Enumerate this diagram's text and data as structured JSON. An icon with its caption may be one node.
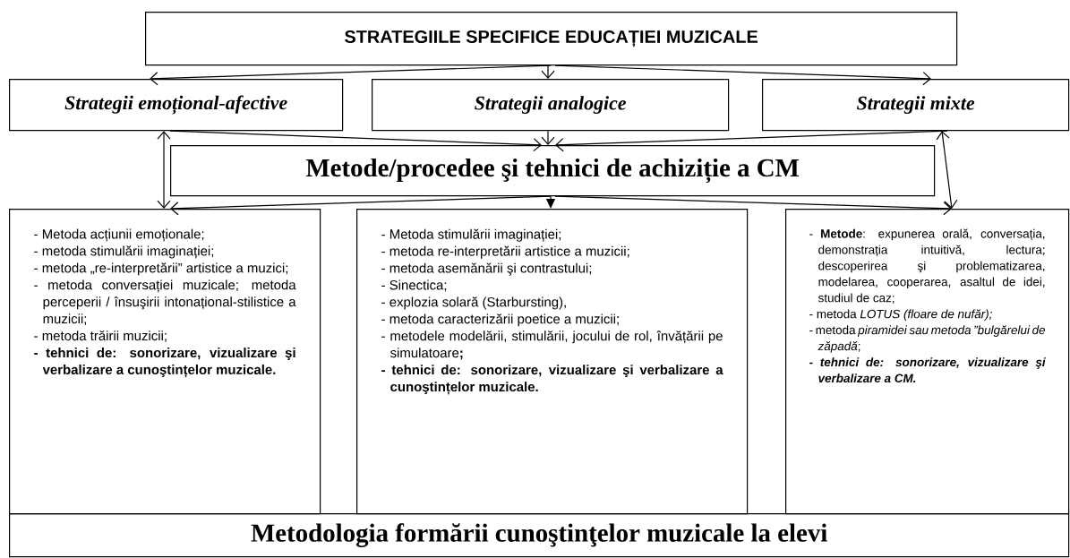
{
  "diagram": {
    "nodes": [
      {
        "text": [
          "STRATEGIILE SPECIFICE EDUCAȚIEI MUZICALE"
        ]
      },
      {
        "text": [
          "Strategii emoțional-afective"
        ]
      },
      {
        "text": [
          "Strategii analogice"
        ]
      },
      {
        "text": [
          "Strategii mixte"
        ]
      },
      {
        "text": [
          "Metode/procedee şi tehnici de achiziție a CM"
        ]
      },
      {
        "text": [
          "- Metoda acțiunii emoționale;",
          "- metoda stimulării imaginației;",
          "- metoda „re-interpretării” artistice a muzici;",
          "- metoda conversației muzicale; metoda perceperii / însuşirii intonațional-stilistice a muzicii;",
          "- metoda trăirii muzicii;",
          "- tehnici de: sonorizare, vizualizare şi verbalizare a cunoştințelor muzicale."
        ]
      },
      {
        "text": [
          "- Metoda stimulării imaginației;",
          "- metoda re-interpretării artistice a muzicii;",
          "- metoda asemănării şi contrastului;",
          "- Sinectica;",
          "- explozia solară (Starbursting),",
          "- metoda caracterizării poetice a muzicii;",
          "- metodele modelării, stimulării, jocului de rol, învățării pe simulatoare**;**",
          "- tehnici de: sonorizare, vizualizare şi verbalizare a cunoştințelor muzicale."
        ]
      },
      {
        "text": [
          "- **Metode**: expunerea orală, conversația, demonstrația intuitivă, lectura; descoperirea şi problematizarea, modelarea, cooperarea, asaltul de idei, studiul de caz;",
          "- metoda *LOTUS (floare de nufăr);*",
          "- metoda *piramidei sau metoda ”bulgărelui de zăpadă*;",
          "- tehnici de: sonorizare, vizualizare şi verbalizare a CM."
        ]
      },
      {
        "text": [
          "Metodologia formării cunoştinţelor muzicale la elevi"
        ]
      }
    ],
    "edges": [
      {
        "from": 0,
        "to": 1,
        "arrow": "to"
      },
      {
        "from": 0,
        "to": 2,
        "arrow": "to"
      },
      {
        "from": 0,
        "to": 3,
        "arrow": "to"
      },
      {
        "from": 1,
        "to": 4,
        "arrow": "to"
      },
      {
        "from": 2,
        "to": 4,
        "arrow": "to"
      },
      {
        "from": 3,
        "to": 4,
        "arrow": "to"
      },
      {
        "from": 1,
        "to": 5,
        "arrow": "both"
      },
      {
        "from": 3,
        "to": 7,
        "arrow": "both"
      },
      {
        "from": 4,
        "to": 5,
        "arrow": "to"
      },
      {
        "from": 4,
        "to": 6,
        "arrow": "to"
      },
      {
        "from": 4,
        "to": 7,
        "arrow": "to"
      }
    ]
  }
}
